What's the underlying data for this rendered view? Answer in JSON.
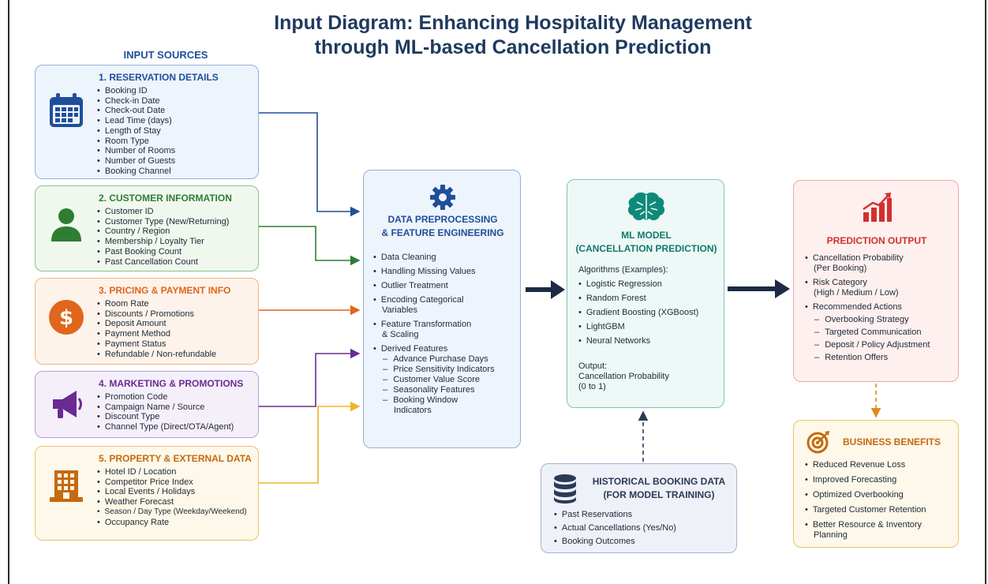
{
  "title_line1": "Input Diagram: Enhancing Hospitality Management",
  "title_line2": "through ML-based Cancellation Prediction",
  "input_sources_heading": "INPUT SOURCES",
  "sources": [
    {
      "title": "1. RESERVATION DETAILS",
      "icon": "calendar-icon",
      "color": "#1f4e9c",
      "items": [
        "Booking ID",
        "Check-in Date",
        "Check-out Date",
        "Lead Time (days)",
        "Length of Stay",
        "Room Type",
        "Number of Rooms",
        "Number of Guests",
        "Booking Channel"
      ]
    },
    {
      "title": "2. CUSTOMER INFORMATION",
      "icon": "person-icon",
      "color": "#2e7d32",
      "items": [
        "Customer ID",
        "Customer Type (New/Returning)",
        "Country / Region",
        "Membership / Loyalty Tier",
        "Past Booking Count",
        "Past Cancellation Count"
      ]
    },
    {
      "title": "3. PRICING & PAYMENT INFO",
      "icon": "dollar-icon",
      "color": "#e0661b",
      "items": [
        "Room Rate",
        "Discounts / Promotions",
        "Deposit Amount",
        "Payment Method",
        "Payment Status",
        "Refundable / Non-refundable"
      ]
    },
    {
      "title": "4. MARKETING & PROMOTIONS",
      "icon": "megaphone-icon",
      "color": "#6a2c91",
      "items": [
        "Promotion Code",
        "Campaign Name / Source",
        "Discount Type",
        "Channel Type (Direct/OTA/Agent)"
      ]
    },
    {
      "title": "5. PROPERTY & EXTERNAL DATA",
      "icon": "building-icon",
      "color": "#c56a10",
      "items": [
        "Hotel ID / Location",
        "Competitor Price Index",
        "Local Events / Holidays",
        "Weather Forecast",
        "Season / Day Type (Weekday/Weekend)",
        "Occupancy Rate"
      ]
    }
  ],
  "preprocessing": {
    "title_line1": "DATA PREPROCESSING",
    "title_line2": "& FEATURE ENGINEERING",
    "bullets": [
      {
        "t": "Data Cleaning",
        "k": "b"
      },
      {
        "t": "Handling Missing Values",
        "k": "b"
      },
      {
        "t": "Outlier Treatment",
        "k": "b"
      },
      {
        "t": "Encoding Categorical",
        "k": "b"
      },
      {
        "t": "Variables",
        "k": "c"
      },
      {
        "t": "Feature Transformation",
        "k": "b"
      },
      {
        "t": "& Scaling",
        "k": "c"
      },
      {
        "t": "Derived Features",
        "k": "b"
      },
      {
        "t": "Advance Purchase Days",
        "k": "d"
      },
      {
        "t": "Price Sensitivity Indicators",
        "k": "d"
      },
      {
        "t": "Customer Value Score",
        "k": "d"
      },
      {
        "t": "Seasonality Features",
        "k": "d"
      },
      {
        "t": "Booking Window",
        "k": "d"
      },
      {
        "t": "Indicators",
        "k": "e"
      }
    ]
  },
  "ml_model": {
    "title_line1": "ML MODEL",
    "title_line2": "(CANCELLATION PREDICTION)",
    "algorithms_label": "Algorithms (Examples):",
    "algorithms": [
      "Logistic Regression",
      "Random Forest",
      "Gradient Boosting (XGBoost)",
      "LightGBM",
      "Neural Networks"
    ],
    "output_label": "Output:",
    "output_line1": "Cancellation Probability",
    "output_line2": "(0 to 1)"
  },
  "historical": {
    "title_line1": "HISTORICAL BOOKING DATA",
    "title_line2": "(FOR MODEL TRAINING)",
    "items": [
      "Past Reservations",
      "Actual Cancellations (Yes/No)",
      "Booking Outcomes"
    ]
  },
  "prediction": {
    "title": "PREDICTION OUTPUT",
    "bullets": [
      {
        "t": "Cancellation Probability",
        "k": "b"
      },
      {
        "t": "(Per Booking)",
        "k": "c"
      },
      {
        "t": "Risk Category",
        "k": "b"
      },
      {
        "t": "(High / Medium / Low)",
        "k": "c"
      },
      {
        "t": "Recommended Actions",
        "k": "b"
      },
      {
        "t": "Overbooking Strategy",
        "k": "d"
      },
      {
        "t": "Targeted Communication",
        "k": "d"
      },
      {
        "t": "Deposit / Policy Adjustment",
        "k": "d"
      },
      {
        "t": "Retention Offers",
        "k": "d"
      }
    ]
  },
  "benefits": {
    "title": "BUSINESS BENEFITS",
    "bullets": [
      {
        "t": "Reduced Revenue Loss",
        "k": "b"
      },
      {
        "t": "Improved Forecasting",
        "k": "b"
      },
      {
        "t": "Optimized Overbooking",
        "k": "b"
      },
      {
        "t": "Targeted Customer Retention",
        "k": "b"
      },
      {
        "t": "Better Resource & Inventory",
        "k": "b"
      },
      {
        "t": "Planning",
        "k": "c"
      }
    ]
  }
}
